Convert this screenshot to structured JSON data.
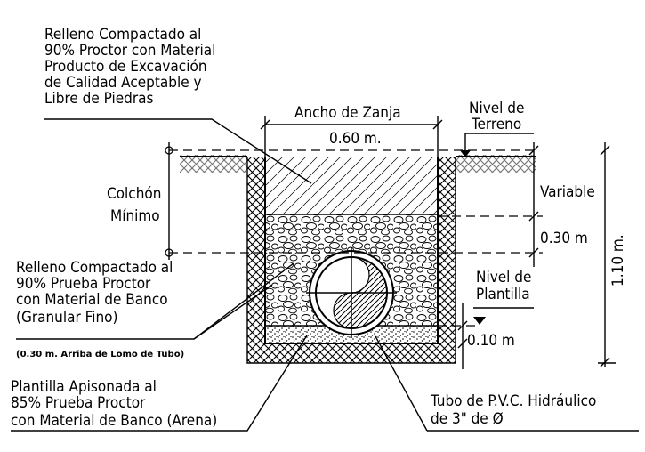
{
  "labels": {
    "relleno_top": [
      "Relleno Compactado al",
      "90% Proctor con Material",
      "Producto de Excavación",
      "de Calidad Aceptable y",
      "Libre de Piedras"
    ],
    "ancho_zanja": "Ancho de Zanja",
    "ancho_value": "0.60 m.",
    "nivel_terreno": [
      "Nivel de",
      "Terreno"
    ],
    "colchon": [
      "Colchón",
      "Mínimo"
    ],
    "variable": "Variable",
    "dim_030": "0.30 m",
    "dim_110": "1.10 m.",
    "relleno_mid": [
      "Relleno Compactado al",
      "90% Prueba Proctor",
      "con Material de Banco",
      "(Granular Fino)"
    ],
    "note_030": "(0.30 m. Arriba de Lomo de Tubo)",
    "nivel_plantilla": [
      "Nivel de",
      "Plantilla"
    ],
    "dim_010": "0.10 m",
    "plantilla": [
      "Plantilla Apisonada al",
      "85% Prueba Proctor",
      "con Material de Banco (Arena)"
    ],
    "tubo": [
      "Tubo de P.V.C. Hidráulico",
      "de 3\" de Ø"
    ]
  }
}
